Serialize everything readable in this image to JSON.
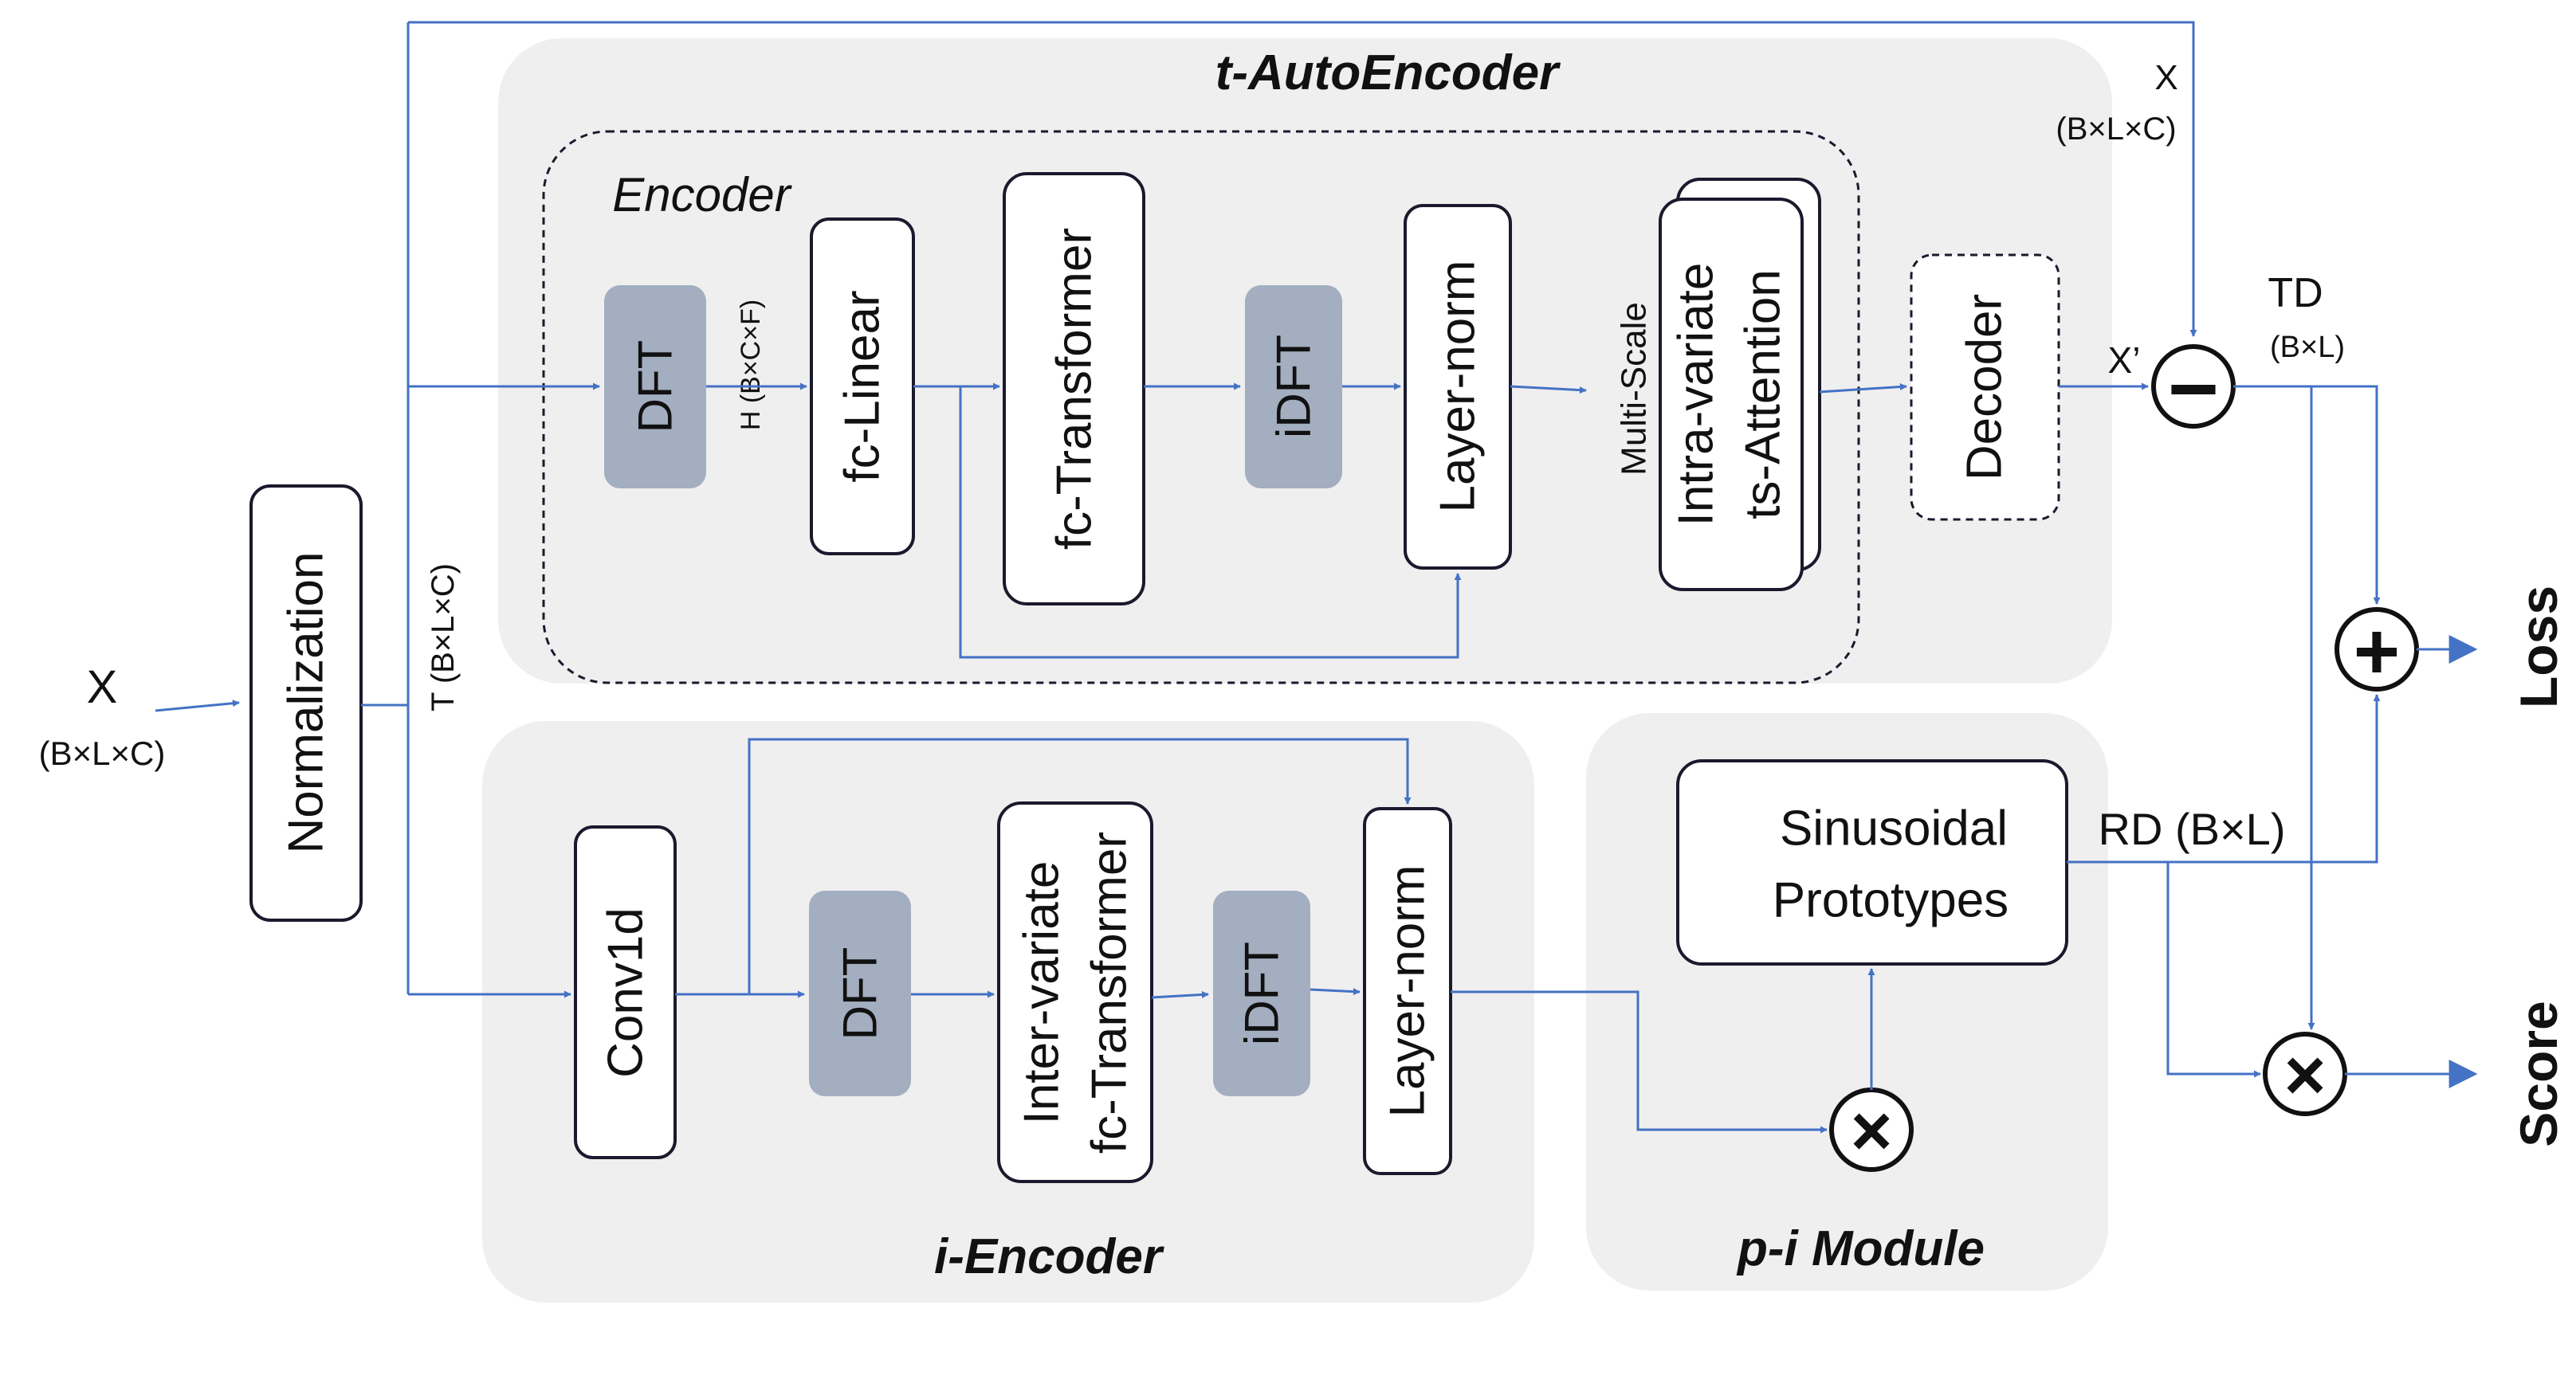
{
  "colors": {
    "arrow": "#4472C4",
    "panel": "#EFEFEF",
    "dft_fill": "#A3AEC0",
    "box_stroke": "#1A1A2E"
  },
  "input": {
    "x_label": "X",
    "x_shape": "(B×L×C)"
  },
  "normalization": {
    "label": "Normalization"
  },
  "t_shape": "T (B×L×C)",
  "t_autoencoder": {
    "title": "t-AutoEncoder",
    "encoder": {
      "title": "Encoder",
      "dft": "DFT",
      "h_label": "H (B×C×F)",
      "fc_linear": "fc-Linear",
      "fc_transformer": "fc-Transformer",
      "idft": "iDFT",
      "layer_norm": "Layer-norm",
      "multi_scale": "Multi-Scale",
      "attention_line1": "Intra-variate",
      "attention_line2": "ts-Attention"
    },
    "decoder": "Decoder"
  },
  "x_top": {
    "label": "X",
    "shape": "(B×L×C)"
  },
  "x_prime": "X’",
  "td": {
    "label": "TD",
    "shape": "(B×L)"
  },
  "i_encoder": {
    "title": "i-Encoder",
    "conv1d": "Conv1d",
    "dft": "DFT",
    "inter_line1": "Inter-variate",
    "inter_line2": "fc-Transformer",
    "idft": "iDFT",
    "layer_norm": "Layer-norm"
  },
  "pi_module": {
    "title": "p-i Module",
    "proto_line1": "Sinusoidal",
    "proto_line2": "Prototypes"
  },
  "rd": "RD (B×L)",
  "outputs": {
    "loss": "Loss",
    "score": "Score"
  },
  "ops": {
    "minus": "−",
    "plus": "+",
    "times": "×"
  }
}
